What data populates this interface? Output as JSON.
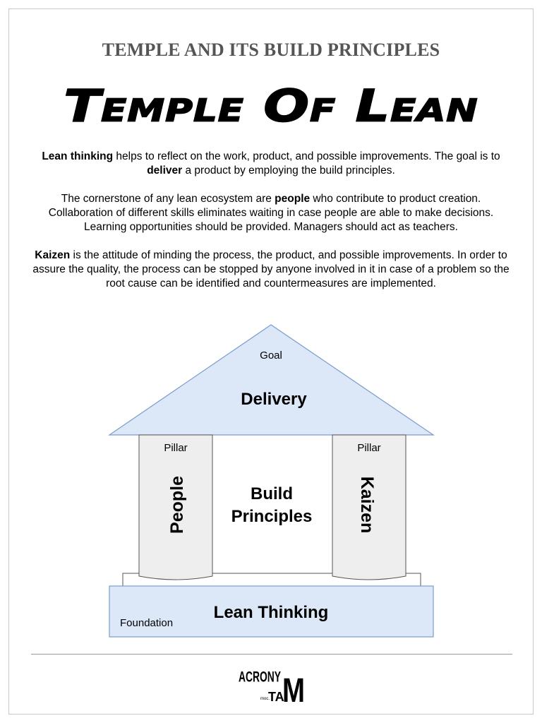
{
  "header": {
    "subtitle": "TEMPLE AND ITS BUILD PRINCIPLES",
    "title": "Temple Of Lean"
  },
  "intro": {
    "p1": {
      "b1": "Lean thinking",
      "t1": " helps to reflect on the work, product, and possible improvements. The goal is to ",
      "b2": "deliver",
      "t2": " a product by employing the build principles."
    },
    "p2": {
      "t1": "The cornerstone of any lean ecosystem are ",
      "b1": "people",
      "t2": " who contribute to product creation. Collaboration of different skills eliminates waiting in case people are able to make decisions. Learning opportunities should be provided. Managers should act as teachers."
    },
    "p3": {
      "b1": "Kaizen",
      "t1": " is the attitude of minding the process, the product, and possible improvements. In order to assure the quality, the process can be stopped by anyone involved in it in case of a problem so the root cause can be identified and countermeasures are implemented."
    }
  },
  "temple": {
    "roof": {
      "small_label": "Goal",
      "label": "Delivery"
    },
    "left_pillar": {
      "small_label": "Pillar",
      "label": "People"
    },
    "right_pillar": {
      "small_label": "Pillar",
      "label": "Kaizen"
    },
    "center": {
      "line1": "Build",
      "line2": "Principles"
    },
    "foundation": {
      "small_label": "Foundation",
      "label": "Lean Thinking"
    }
  },
  "logo": {
    "line1": "ACRONY",
    "line2": "TA",
    "small": "moc.",
    "big_letter": "M"
  },
  "colors": {
    "roof_fill": "#dce8f8",
    "roof_stroke": "#7a9ccc",
    "pillar_fill": "#eeeeee",
    "foundation_fill": "#dce8f8"
  }
}
